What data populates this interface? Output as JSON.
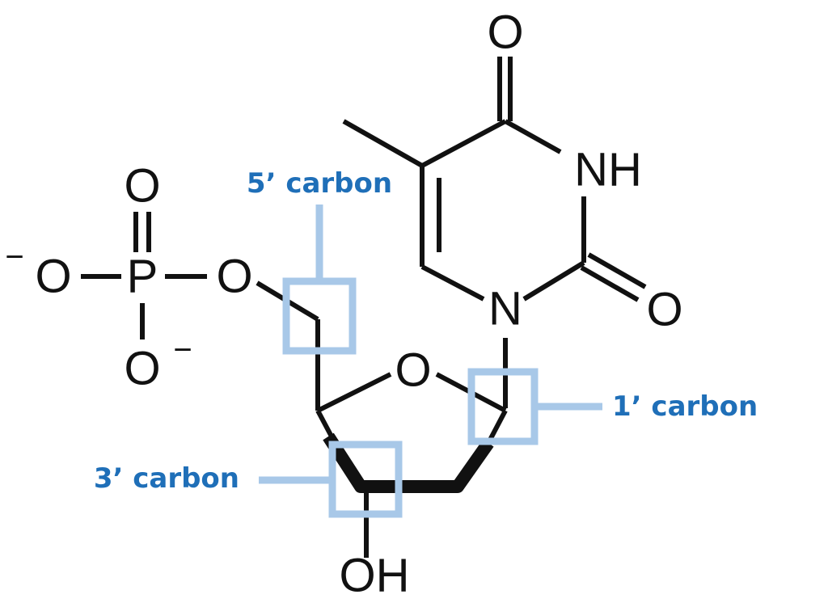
{
  "colors": {
    "bond": "#111111",
    "highlight": "#a8c8e8",
    "label": "#1f6fb8"
  },
  "atoms": {
    "o_carbonyl_top": "O",
    "nh": "NH",
    "o_carbonyl_right": "O",
    "n1": "N",
    "ring_o": "O",
    "oh": "OH",
    "phosphate_o_top": "O",
    "phosphate_p": "P",
    "phosphate_o_left": "O",
    "phosphate_o_bottom": "O",
    "phosphate_o_bridge": "O",
    "charge_left": "−",
    "charge_bottom": "−"
  },
  "callouts": {
    "c5": "5’ carbon",
    "c1": "1’ carbon",
    "c3": "3’ carbon"
  }
}
